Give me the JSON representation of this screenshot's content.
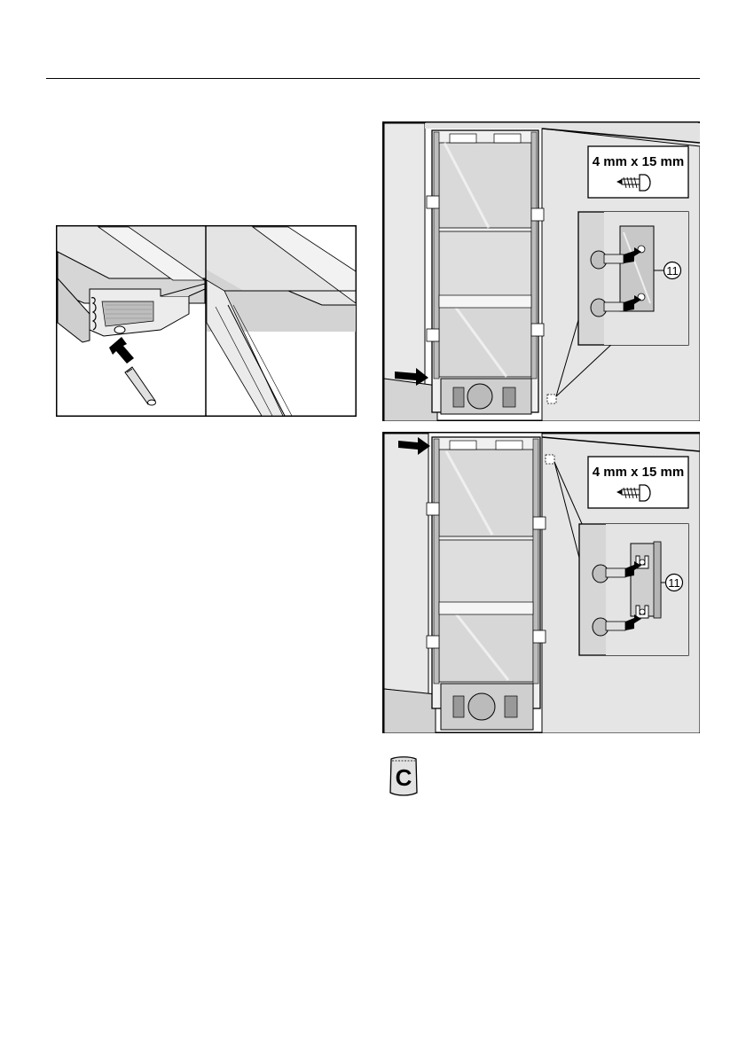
{
  "figures": {
    "lower_mount": {
      "screw_size": "4 mm x 15 mm",
      "callout": "11"
    },
    "upper_mount": {
      "screw_size": "4 mm x 15 mm",
      "callout": "11"
    },
    "accessory_bag": {
      "letter": "C",
      "icon": "accessory-bag-icon"
    }
  },
  "colors": {
    "line": "#000000",
    "wall": "#e6e6e6",
    "panel": "#d9d9d9",
    "highlight": "#f4f4f4"
  }
}
